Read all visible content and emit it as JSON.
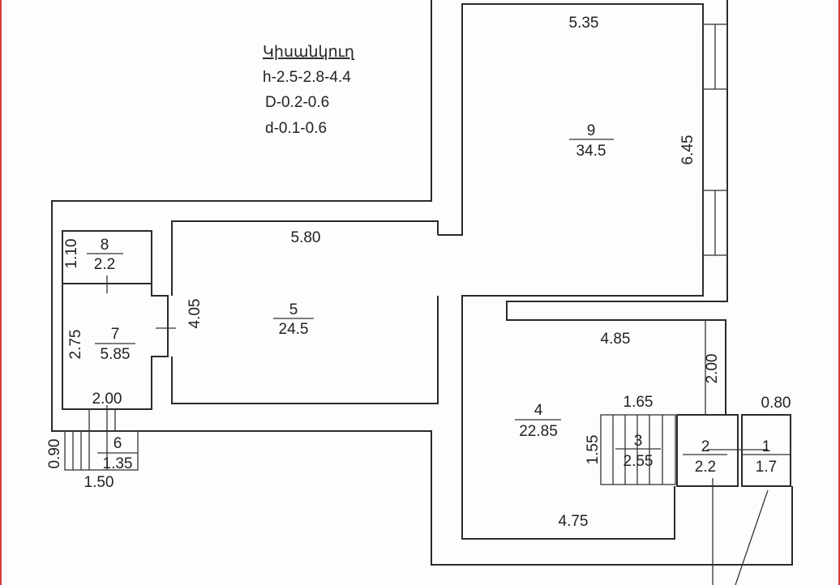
{
  "legend": {
    "title": "Կիսանկուղ",
    "lines": [
      "h-2.5-2.8-4.4",
      "D-0.2-0.6",
      "d-0.1-0.6"
    ]
  },
  "rooms": [
    {
      "id": "rooms.0",
      "number": "1",
      "area": "1.7"
    },
    {
      "number": "2",
      "area": "2.2"
    },
    {
      "number": "3",
      "area": "2.55"
    },
    {
      "number": "4",
      "area": "22.85"
    },
    {
      "number": "5",
      "area": "24.5"
    },
    {
      "number": "6",
      "area": "1.35"
    },
    {
      "number": "7",
      "area": "5.85"
    },
    {
      "number": "8",
      "area": "2.2"
    },
    {
      "number": "9",
      "area": "34.5"
    }
  ],
  "dimensions": {
    "room9_width": "5.35",
    "room9_height": "6.45",
    "room5_width": "5.80",
    "room5_height": "4.05",
    "room8_height": "1.10",
    "room7_height": "2.75",
    "room7_width": "2.00",
    "room6_height": "0.90",
    "room6_width": "1.50",
    "room4_top": "4.85",
    "room4_bottom": "4.75",
    "corridor": "2.00",
    "room3_width": "1.65",
    "room3_height": "1.55",
    "room1_width": "0.80"
  }
}
